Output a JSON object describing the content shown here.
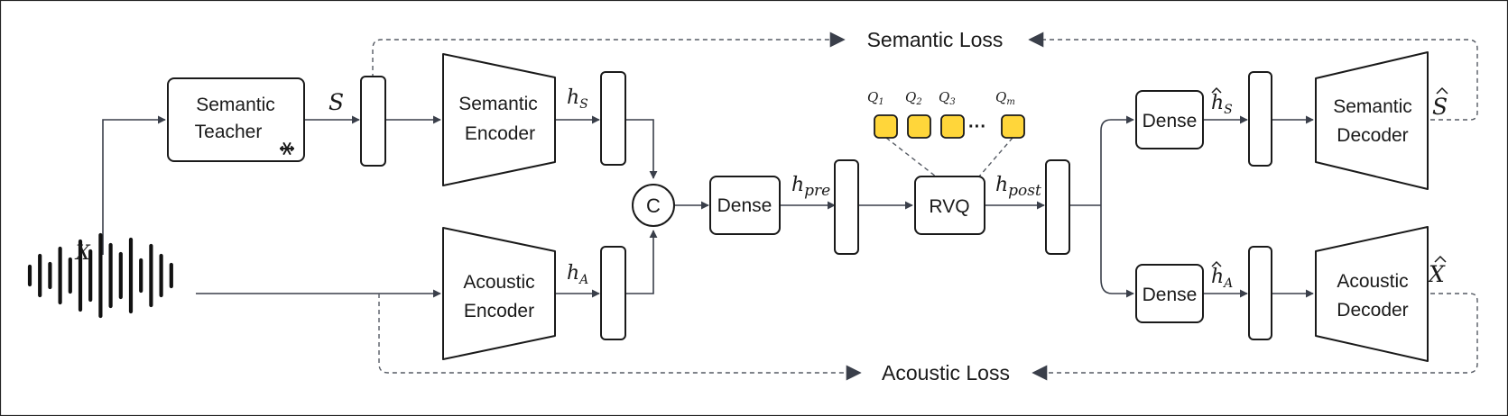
{
  "blocks": {
    "semantic_teacher": [
      "Semantic",
      "Teacher"
    ],
    "semantic_encoder": [
      "Semantic",
      "Encoder"
    ],
    "acoustic_encoder": [
      "Acoustic",
      "Encoder"
    ],
    "concat": "C",
    "dense_pre": "Dense",
    "rvq": "RVQ",
    "dense_semantic": "Dense",
    "dense_acoustic": "Dense",
    "semantic_decoder": [
      "Semantic",
      "Decoder"
    ],
    "acoustic_decoder": [
      "Acoustic",
      "Decoder"
    ]
  },
  "losses": {
    "semantic": "Semantic Loss",
    "acoustic": "Acoustic Loss"
  },
  "symbols": {
    "input": "X",
    "teacher_out": "S",
    "h": "h",
    "sub_S": "S",
    "sub_A": "A",
    "sub_pre": "pre",
    "sub_post": "post",
    "recon_semantic": "S",
    "recon_acoustic": "X",
    "codebook_q": "Q",
    "codebook_subs": [
      "1",
      "2",
      "3",
      "m"
    ],
    "ellipsis": "···"
  },
  "icons": {
    "frozen": "snowflake-icon",
    "waveform": "waveform-icon"
  },
  "colors": {
    "codebook_fill": "#FFD63A",
    "codebook_stroke": "#1a1a1a",
    "line": "#3a3f4a"
  }
}
